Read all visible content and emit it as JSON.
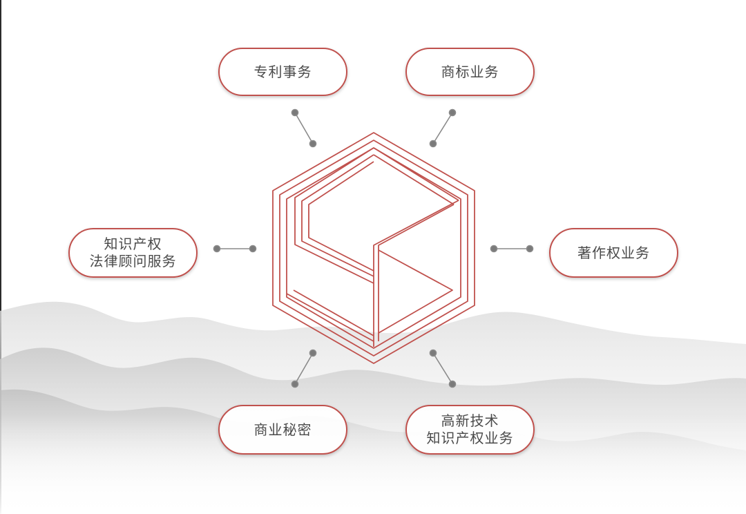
{
  "colors": {
    "accent": "#c0514d",
    "connector": "#7a7a7a",
    "text": "#4a4a4a"
  },
  "icons": {
    "center": "hexagon-cube-logo-icon"
  },
  "nodes": [
    {
      "id": "patent",
      "lines": [
        "专利事务"
      ]
    },
    {
      "id": "trademark",
      "lines": [
        "商标业务"
      ]
    },
    {
      "id": "ip-legal",
      "lines": [
        "知识产权",
        "法律顾问服务"
      ]
    },
    {
      "id": "copyright",
      "lines": [
        "著作权业务"
      ]
    },
    {
      "id": "trade-secret",
      "lines": [
        "商业秘密"
      ]
    },
    {
      "id": "hitech",
      "lines": [
        "高新技术",
        "知识产权业务"
      ]
    }
  ]
}
